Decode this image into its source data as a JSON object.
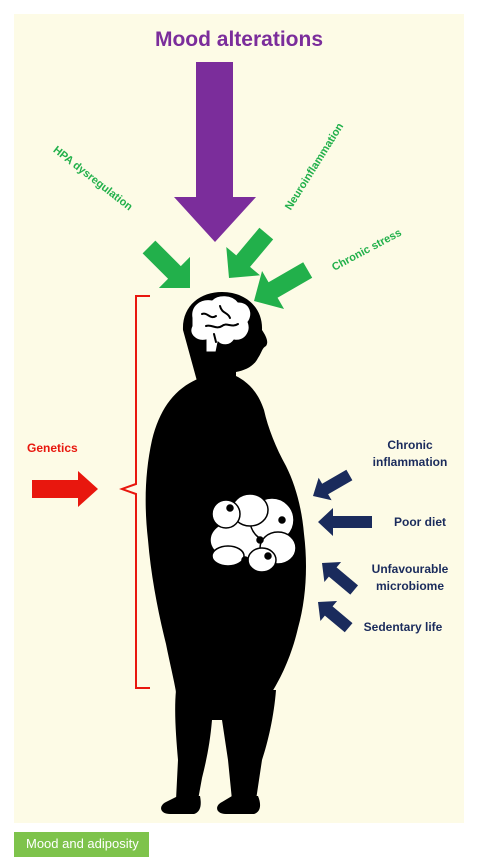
{
  "diagram": {
    "title": "Mood alterations",
    "top_factors": [
      {
        "label": "HPA dysregulation"
      },
      {
        "label": "Neuroinflammation"
      },
      {
        "label": "Chronic stress"
      }
    ],
    "left_factor": {
      "label": "Genetics"
    },
    "right_factors": [
      {
        "line1": "Chronic",
        "line2": "inflammation"
      },
      {
        "line1": "Poor diet"
      },
      {
        "line1": "Unfavourable",
        "line2": "microbiome"
      },
      {
        "line1": "Sedentary life"
      }
    ],
    "caption": "Mood and adiposity"
  },
  "colors": {
    "background": "#fdfbe6",
    "mood_arrow": "#7b2d9b",
    "green_factors": "#22b04b",
    "genetics": "#e8170e",
    "navy_factors": "#1a2b5c",
    "caption_bg": "#7ec34b"
  }
}
